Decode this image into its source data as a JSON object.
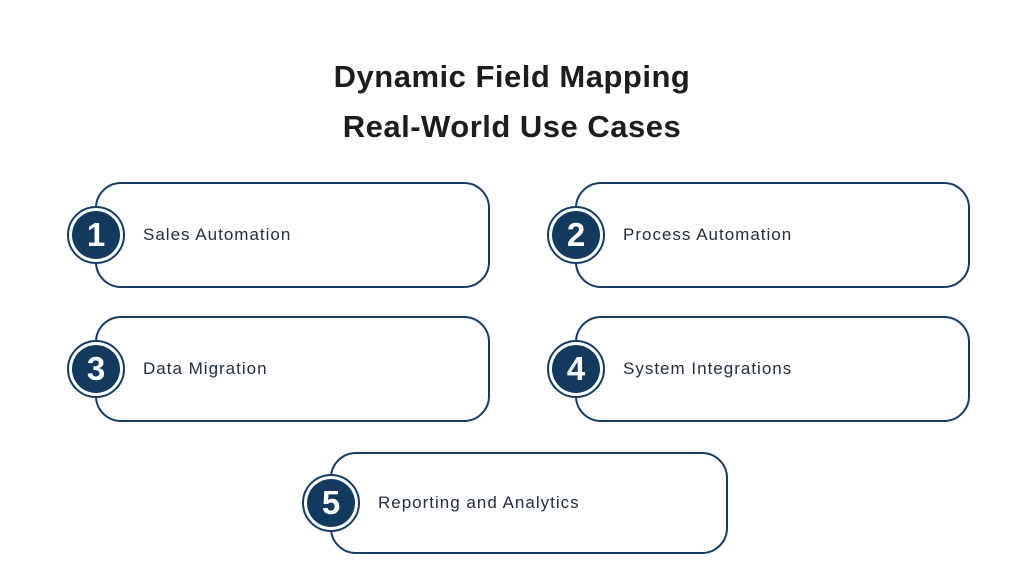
{
  "title": {
    "line1": "Dynamic Field Mapping",
    "line2": "Real-World Use Cases"
  },
  "colors": {
    "navy_border": "#153c64",
    "navy_badge": "#12395e",
    "title_text": "#1d1d1f",
    "label_text": "#22303f",
    "background": "#ffffff"
  },
  "items": [
    {
      "number": "1",
      "label": "Sales Automation"
    },
    {
      "number": "2",
      "label": "Process Automation"
    },
    {
      "number": "3",
      "label": "Data Migration"
    },
    {
      "number": "4",
      "label": "System Integrations"
    },
    {
      "number": "5",
      "label": "Reporting and Analytics"
    }
  ]
}
